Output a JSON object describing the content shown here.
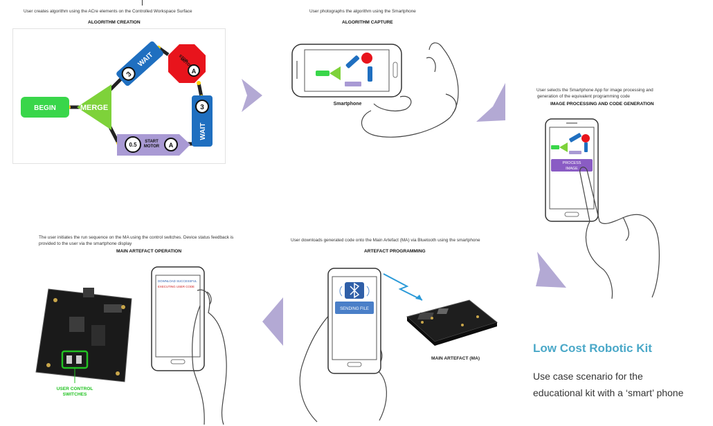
{
  "steps": [
    {
      "caption": "User creates algorithm using the ACre elements on the Controlled Workspace Surface",
      "heading": "ALGORITHM CREATION"
    },
    {
      "caption": "User photographs the algorithm using the Smartphone",
      "heading": "ALGORITHM CAPTURE"
    },
    {
      "caption_lines": [
        "User selects the Smartphone App for image processing and",
        "generation of the equivalent programming code"
      ],
      "heading": "IMAGE PROCESSING AND CODE GENERATION"
    },
    {
      "caption": "User downloads generated code onto the Main Artefact (MA) via Bluetooth using the smartphone",
      "heading": "ARTEFACT PROGRAMMING"
    },
    {
      "caption_lines": [
        "The user initiates the run sequence on the MA using the control switches. Device status feedback is",
        "provided to the user via the smartphone display"
      ],
      "heading": "MAIN ARTEFACT OPERATION"
    }
  ],
  "algorithm": {
    "begin": "BEGIN",
    "merge": "MERGE",
    "wait1": {
      "value": "3",
      "label": "WAIT"
    },
    "stop": {
      "line1": "STOP",
      "line2": "MOTOR",
      "port": "A"
    },
    "wait2": {
      "value": "3",
      "label": "WAIT"
    },
    "start": {
      "value": "0.5",
      "line1": "START",
      "line2": "MOTOR",
      "port": "A"
    }
  },
  "labels": {
    "smartphone": "Smartphone",
    "process_image_1": "PROCESS",
    "process_image_2": "IMAGE",
    "sending_file": "SENDING FILE",
    "main_artefact": "MAIN ARTEFACT (MA)",
    "download_ok": "DOWNLOAD SUCCESSFUL",
    "executing": "EXECUTING USER CODE",
    "user_control_1": "USER CONTROL",
    "user_control_2": "SWITCHES"
  },
  "summary": {
    "title": "Low Cost Robotic Kit",
    "description": "Use case scenario for the educational kit with a ‘smart’ phone"
  },
  "colors": {
    "begin": "#39d64a",
    "merge": "#7ed23a",
    "wait": "#1f6fc0",
    "stop": "#e8141c",
    "start": "#a99ad4",
    "arrow": "#b3a9d4",
    "process_button": "#8a5cc4",
    "sending_button": "#4a7fc8",
    "title": "#4aa8c8"
  }
}
